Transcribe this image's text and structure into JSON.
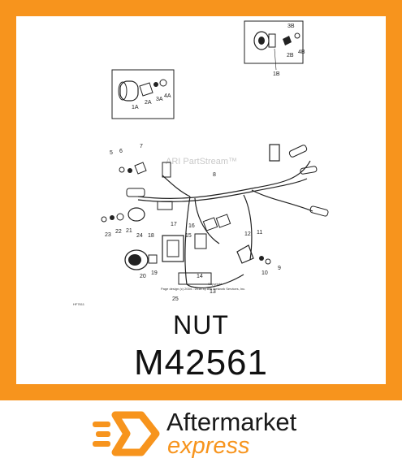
{
  "diagram": {
    "watermark": "ARI PartStream™",
    "copyright_line1": "Copyright",
    "copyright_line2": "Page design (c) 2004 - 2018 by ARI Network Services, Inc.",
    "figure_code": "HF7611",
    "callouts": [
      "1A",
      "2A",
      "3A",
      "4A",
      "1B",
      "2B",
      "3B",
      "4B",
      "5",
      "6",
      "7",
      "8",
      "9",
      "10",
      "11",
      "12",
      "13",
      "14",
      "15",
      "16",
      "17",
      "18",
      "19",
      "20",
      "21",
      "22",
      "23",
      "24",
      "25"
    ]
  },
  "part": {
    "type": "NUT",
    "number": "M42561"
  },
  "brand": {
    "line1": "Aftermarket",
    "line2": "express"
  },
  "colors": {
    "accent": "#f7941d",
    "text": "#111111"
  },
  "icons": {
    "logo": "hexagon-speed-icon"
  }
}
